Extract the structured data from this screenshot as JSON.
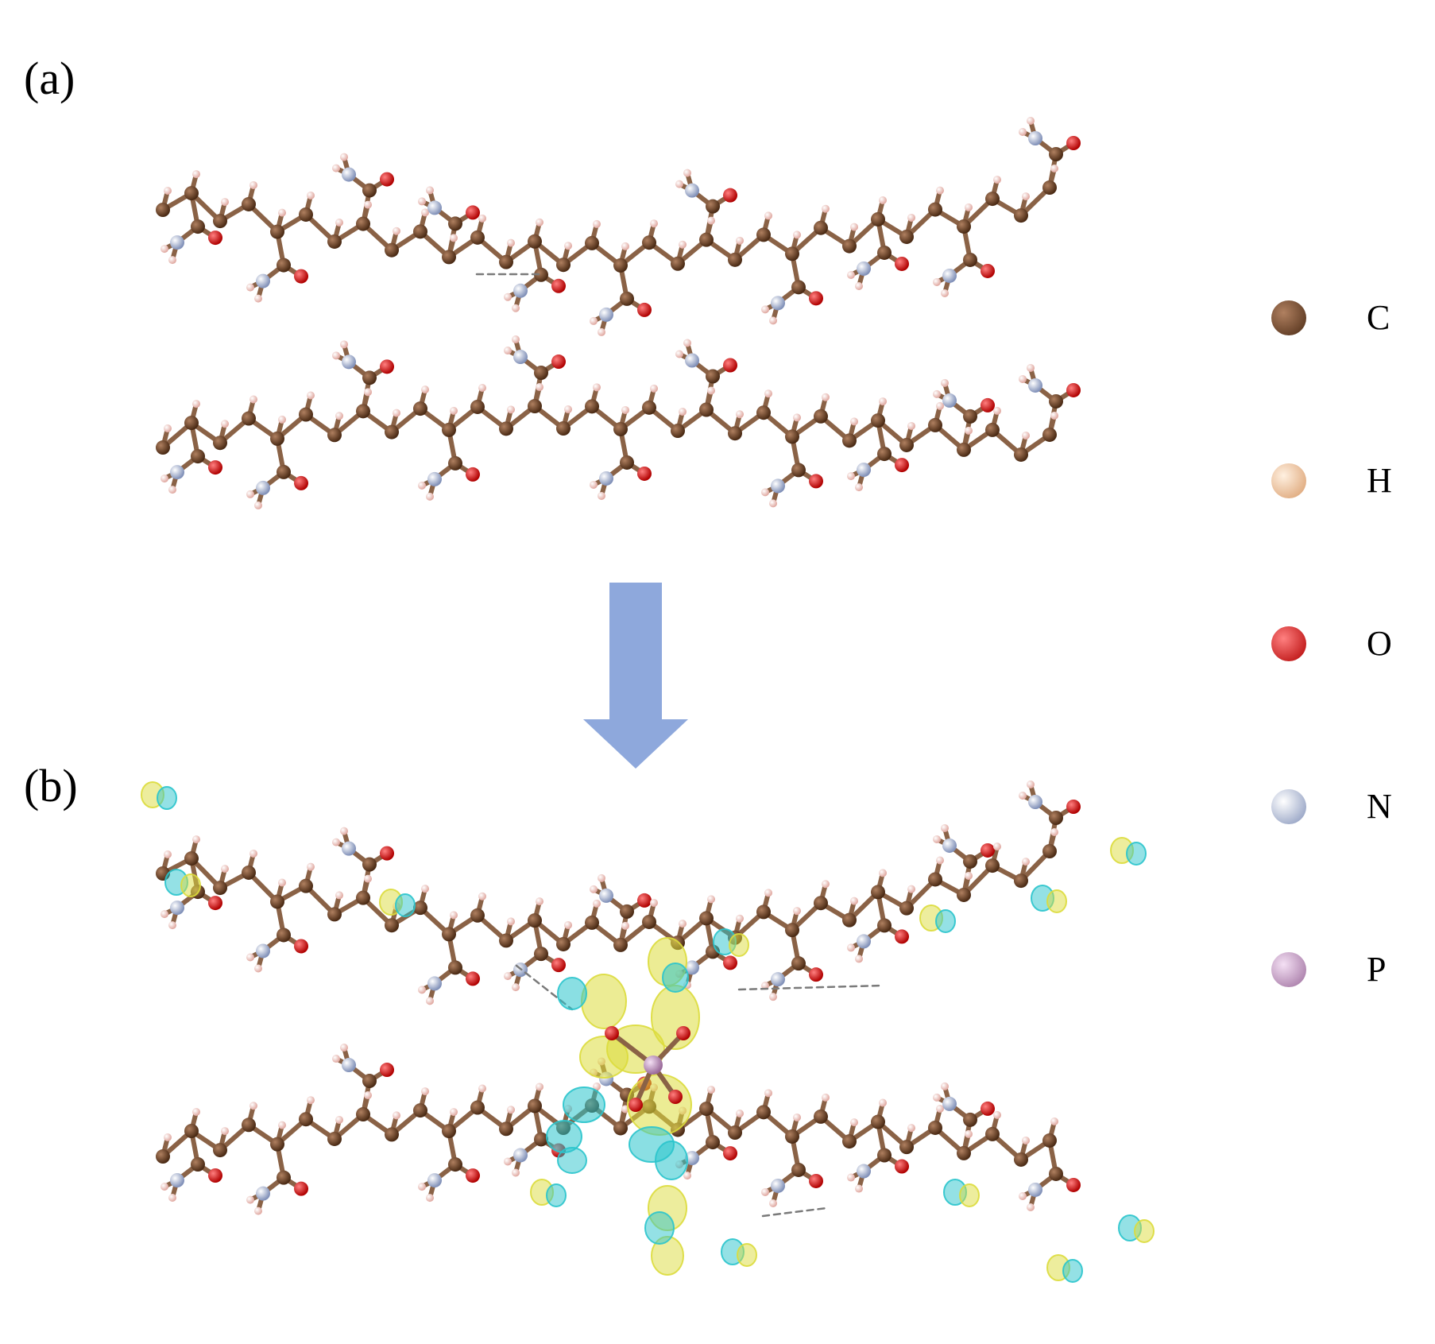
{
  "panels": [
    {
      "label": "(a)",
      "kind": "separate-chains"
    },
    {
      "label": "(b)",
      "kind": "chains-with-dopant",
      "density_colors": {
        "positive": "#dcdc3c",
        "negative": "#2ac4cc"
      }
    }
  ],
  "arrow": {
    "icon": "down-arrow-icon",
    "color": "#8ea8dc"
  },
  "legend": [
    {
      "symbol": "C",
      "color": "#6b4226"
    },
    {
      "symbol": "H",
      "color": "#f2c49a"
    },
    {
      "symbol": "O",
      "color": "#e41010"
    },
    {
      "symbol": "N",
      "color": "#aab4d4"
    },
    {
      "symbol": "P",
      "color": "#c89cc8"
    }
  ],
  "bond_color": "#8a6246",
  "hbond_color": "#7a7a7a"
}
